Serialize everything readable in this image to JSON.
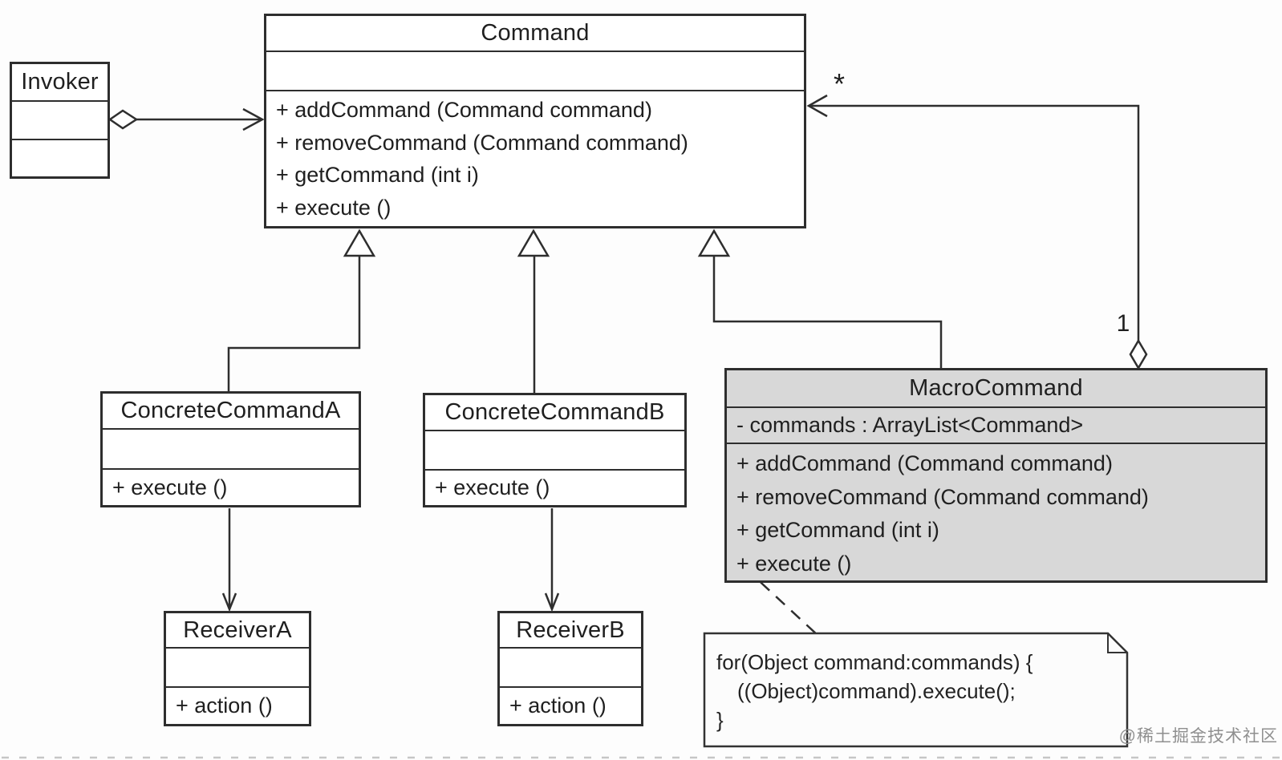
{
  "diagram": {
    "classes": {
      "invoker": {
        "name": "Invoker"
      },
      "command": {
        "name": "Command",
        "methods": [
          "+ addCommand (Command command)",
          "+ removeCommand (Command command)",
          "+ getCommand (int i)",
          "+ execute ()"
        ]
      },
      "concreteCommandA": {
        "name": "ConcreteCommandA",
        "methods": [
          "+ execute ()"
        ]
      },
      "concreteCommandB": {
        "name": "ConcreteCommandB",
        "methods": [
          "+ execute ()"
        ]
      },
      "macroCommand": {
        "name": "MacroCommand",
        "attributes": [
          "- commands : ArrayList<Command>"
        ],
        "methods": [
          "+ addCommand (Command command)",
          "+ removeCommand (Command command)",
          "+ getCommand (int i)",
          "+ execute ()"
        ]
      },
      "receiverA": {
        "name": "ReceiverA",
        "methods": [
          "+ action ()"
        ]
      },
      "receiverB": {
        "name": "ReceiverB",
        "methods": [
          "+ action ()"
        ]
      }
    },
    "labels": {
      "multiplicity_many": "*",
      "multiplicity_one": "1"
    },
    "note": {
      "lines": [
        "for(Object command:commands) {",
        "((Object)command).execute();",
        "}"
      ]
    },
    "watermark": "@稀土掘金技术社区",
    "colors": {
      "line": "#2e2e2e",
      "macro_fill": "#d8d8d8",
      "note_fill": "#fcfcfc",
      "watermark": "#8f8f8f",
      "background": "#fdfdfd"
    }
  }
}
